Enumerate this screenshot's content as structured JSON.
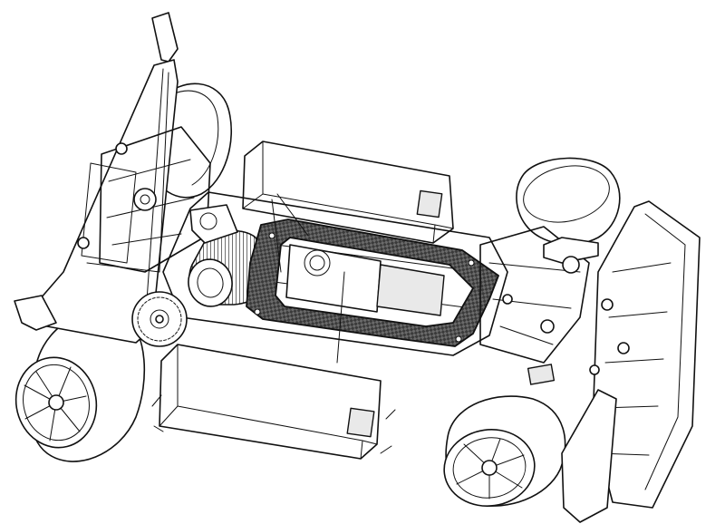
{
  "drawing": {
    "subject": "rc-touring-car-chassis",
    "style": "line-art",
    "parts": {
      "chassis_plate": "carbon-top-deck",
      "motor": "brushless-motor",
      "spur_gear": "spur-gear",
      "battery_left": "battery-pack-left",
      "battery_right": "battery-pack-right",
      "rear_wing": "rear-wing",
      "front_bumper": "front-bumper",
      "wheels": [
        "rear-left-wheel",
        "rear-right-wheel",
        "front-left-wheel",
        "front-right-wheel"
      ]
    },
    "colors": {
      "line": "#111111",
      "background": "#ffffff",
      "carbon": "#3a3a3a"
    }
  }
}
